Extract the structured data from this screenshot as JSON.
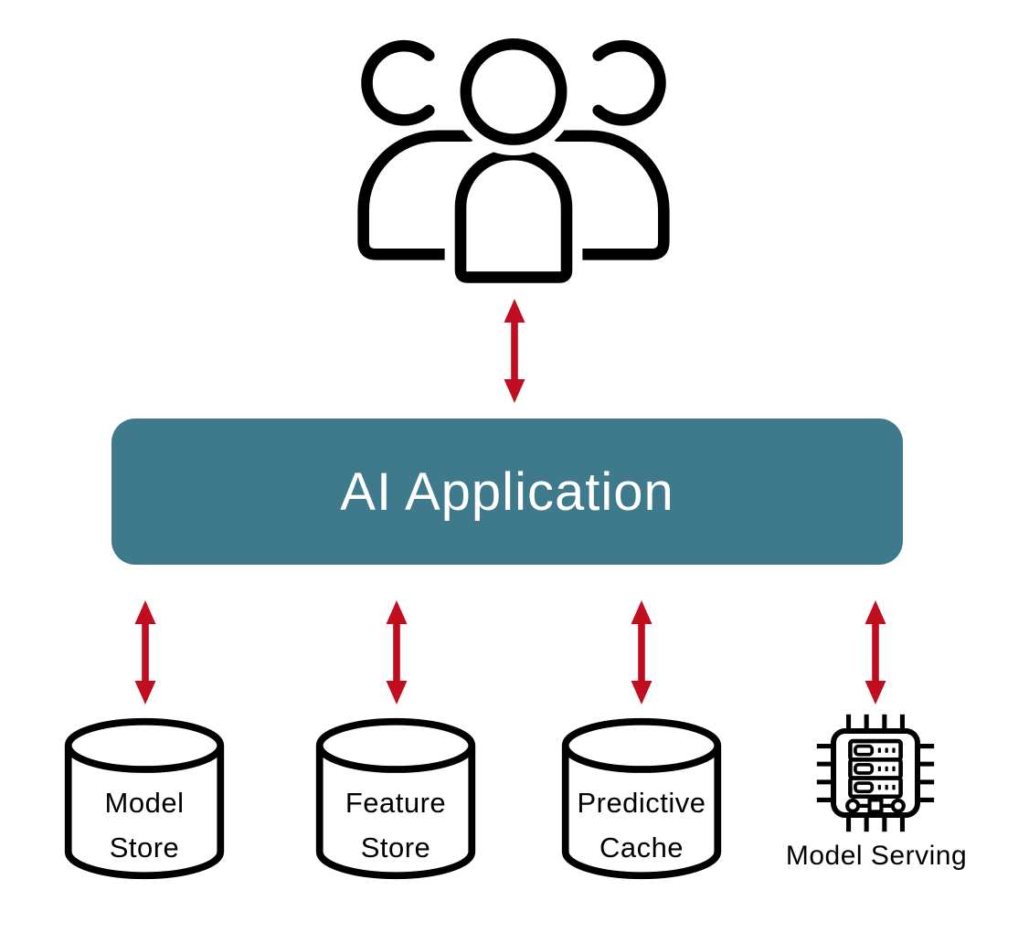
{
  "diagram": {
    "type": "ai-architecture-diagram",
    "colors": {
      "app_box_teal": "#3F7A8C",
      "app_box_text": "#FFFFFF",
      "arrow_red": "#C00D1F",
      "outline_black": "#000000",
      "background": "#FFFFFF"
    },
    "users": {
      "icon": "users-icon"
    },
    "app_box": {
      "label": "AI Application"
    },
    "connections": {
      "icon": "double-arrow-icon",
      "style": "bidirectional-vertical"
    },
    "stores": [
      {
        "icon": "database-icon",
        "label_lines": [
          "Model",
          "Store"
        ]
      },
      {
        "icon": "database-icon",
        "label_lines": [
          "Feature",
          "Store"
        ]
      },
      {
        "icon": "database-icon",
        "label_lines": [
          "Predictive",
          "Cache"
        ]
      },
      {
        "icon": "chip-server-icon",
        "label_lines": [
          "Model Serving"
        ]
      }
    ]
  }
}
